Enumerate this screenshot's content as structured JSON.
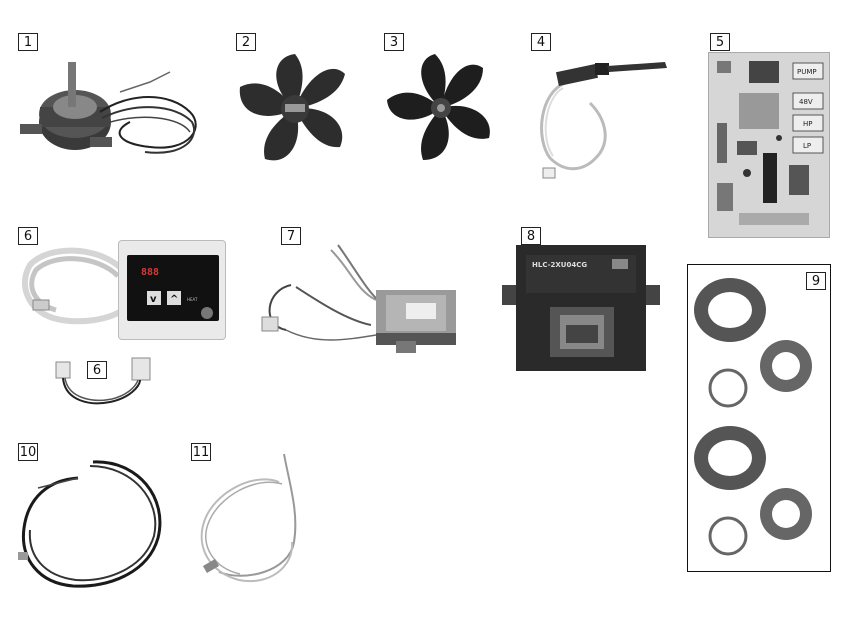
{
  "parts": [
    {
      "number": "1",
      "name": "fan-motor"
    },
    {
      "number": "2",
      "name": "fan-blade-large"
    },
    {
      "number": "3",
      "name": "fan-blade-small"
    },
    {
      "number": "4",
      "name": "pressure-switch"
    },
    {
      "number": "5",
      "name": "control-board"
    },
    {
      "number": "6",
      "name": "control-panel"
    },
    {
      "number": "6",
      "name": "connector-cable"
    },
    {
      "number": "7",
      "name": "transformer"
    },
    {
      "number": "8",
      "name": "contactor"
    },
    {
      "number": "9",
      "name": "union-fittings"
    },
    {
      "number": "10",
      "name": "sensor-cable-long"
    },
    {
      "number": "11",
      "name": "temperature-probe"
    }
  ],
  "pcb": {
    "labels": [
      "PUMP",
      "48V",
      "HP",
      "LP"
    ]
  },
  "panel": {
    "display": "888",
    "heat_label": "HEAT"
  },
  "contactor": {
    "model": "HLC-2XU04CG"
  },
  "colors": {
    "frame": "#111111",
    "background": "#ffffff",
    "dark_part": "#2a2a2a",
    "mid_part": "#8a8a8a"
  }
}
